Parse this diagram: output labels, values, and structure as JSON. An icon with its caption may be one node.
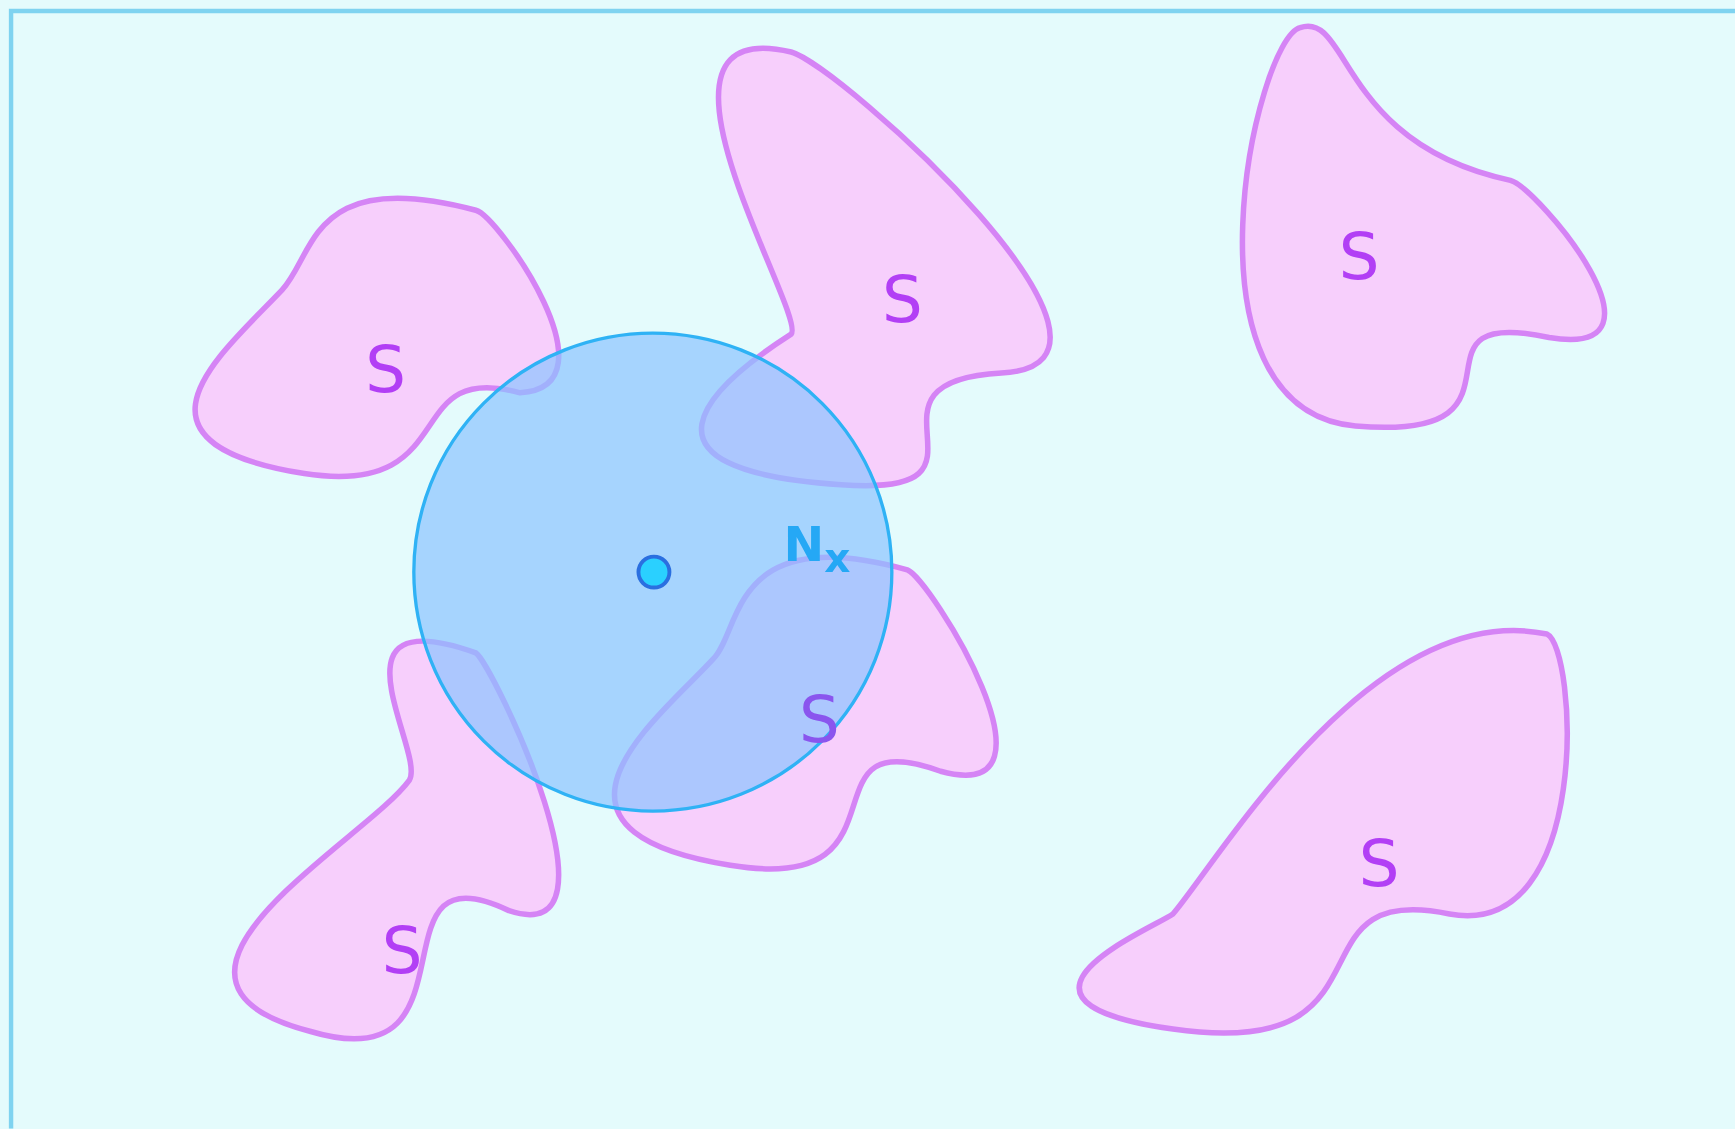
{
  "diagram": {
    "nodes": [
      {
        "text": [
          "S"
        ]
      },
      {
        "text": [
          "S"
        ]
      },
      {
        "text": [
          "S"
        ]
      },
      {
        "text": [
          "N$_{x}$"
        ]
      },
      {
        "text": [
          "S"
        ]
      },
      {
        "text": [
          "S"
        ]
      },
      {
        "text": [
          "S"
        ]
      }
    ],
    "edges": []
  }
}
